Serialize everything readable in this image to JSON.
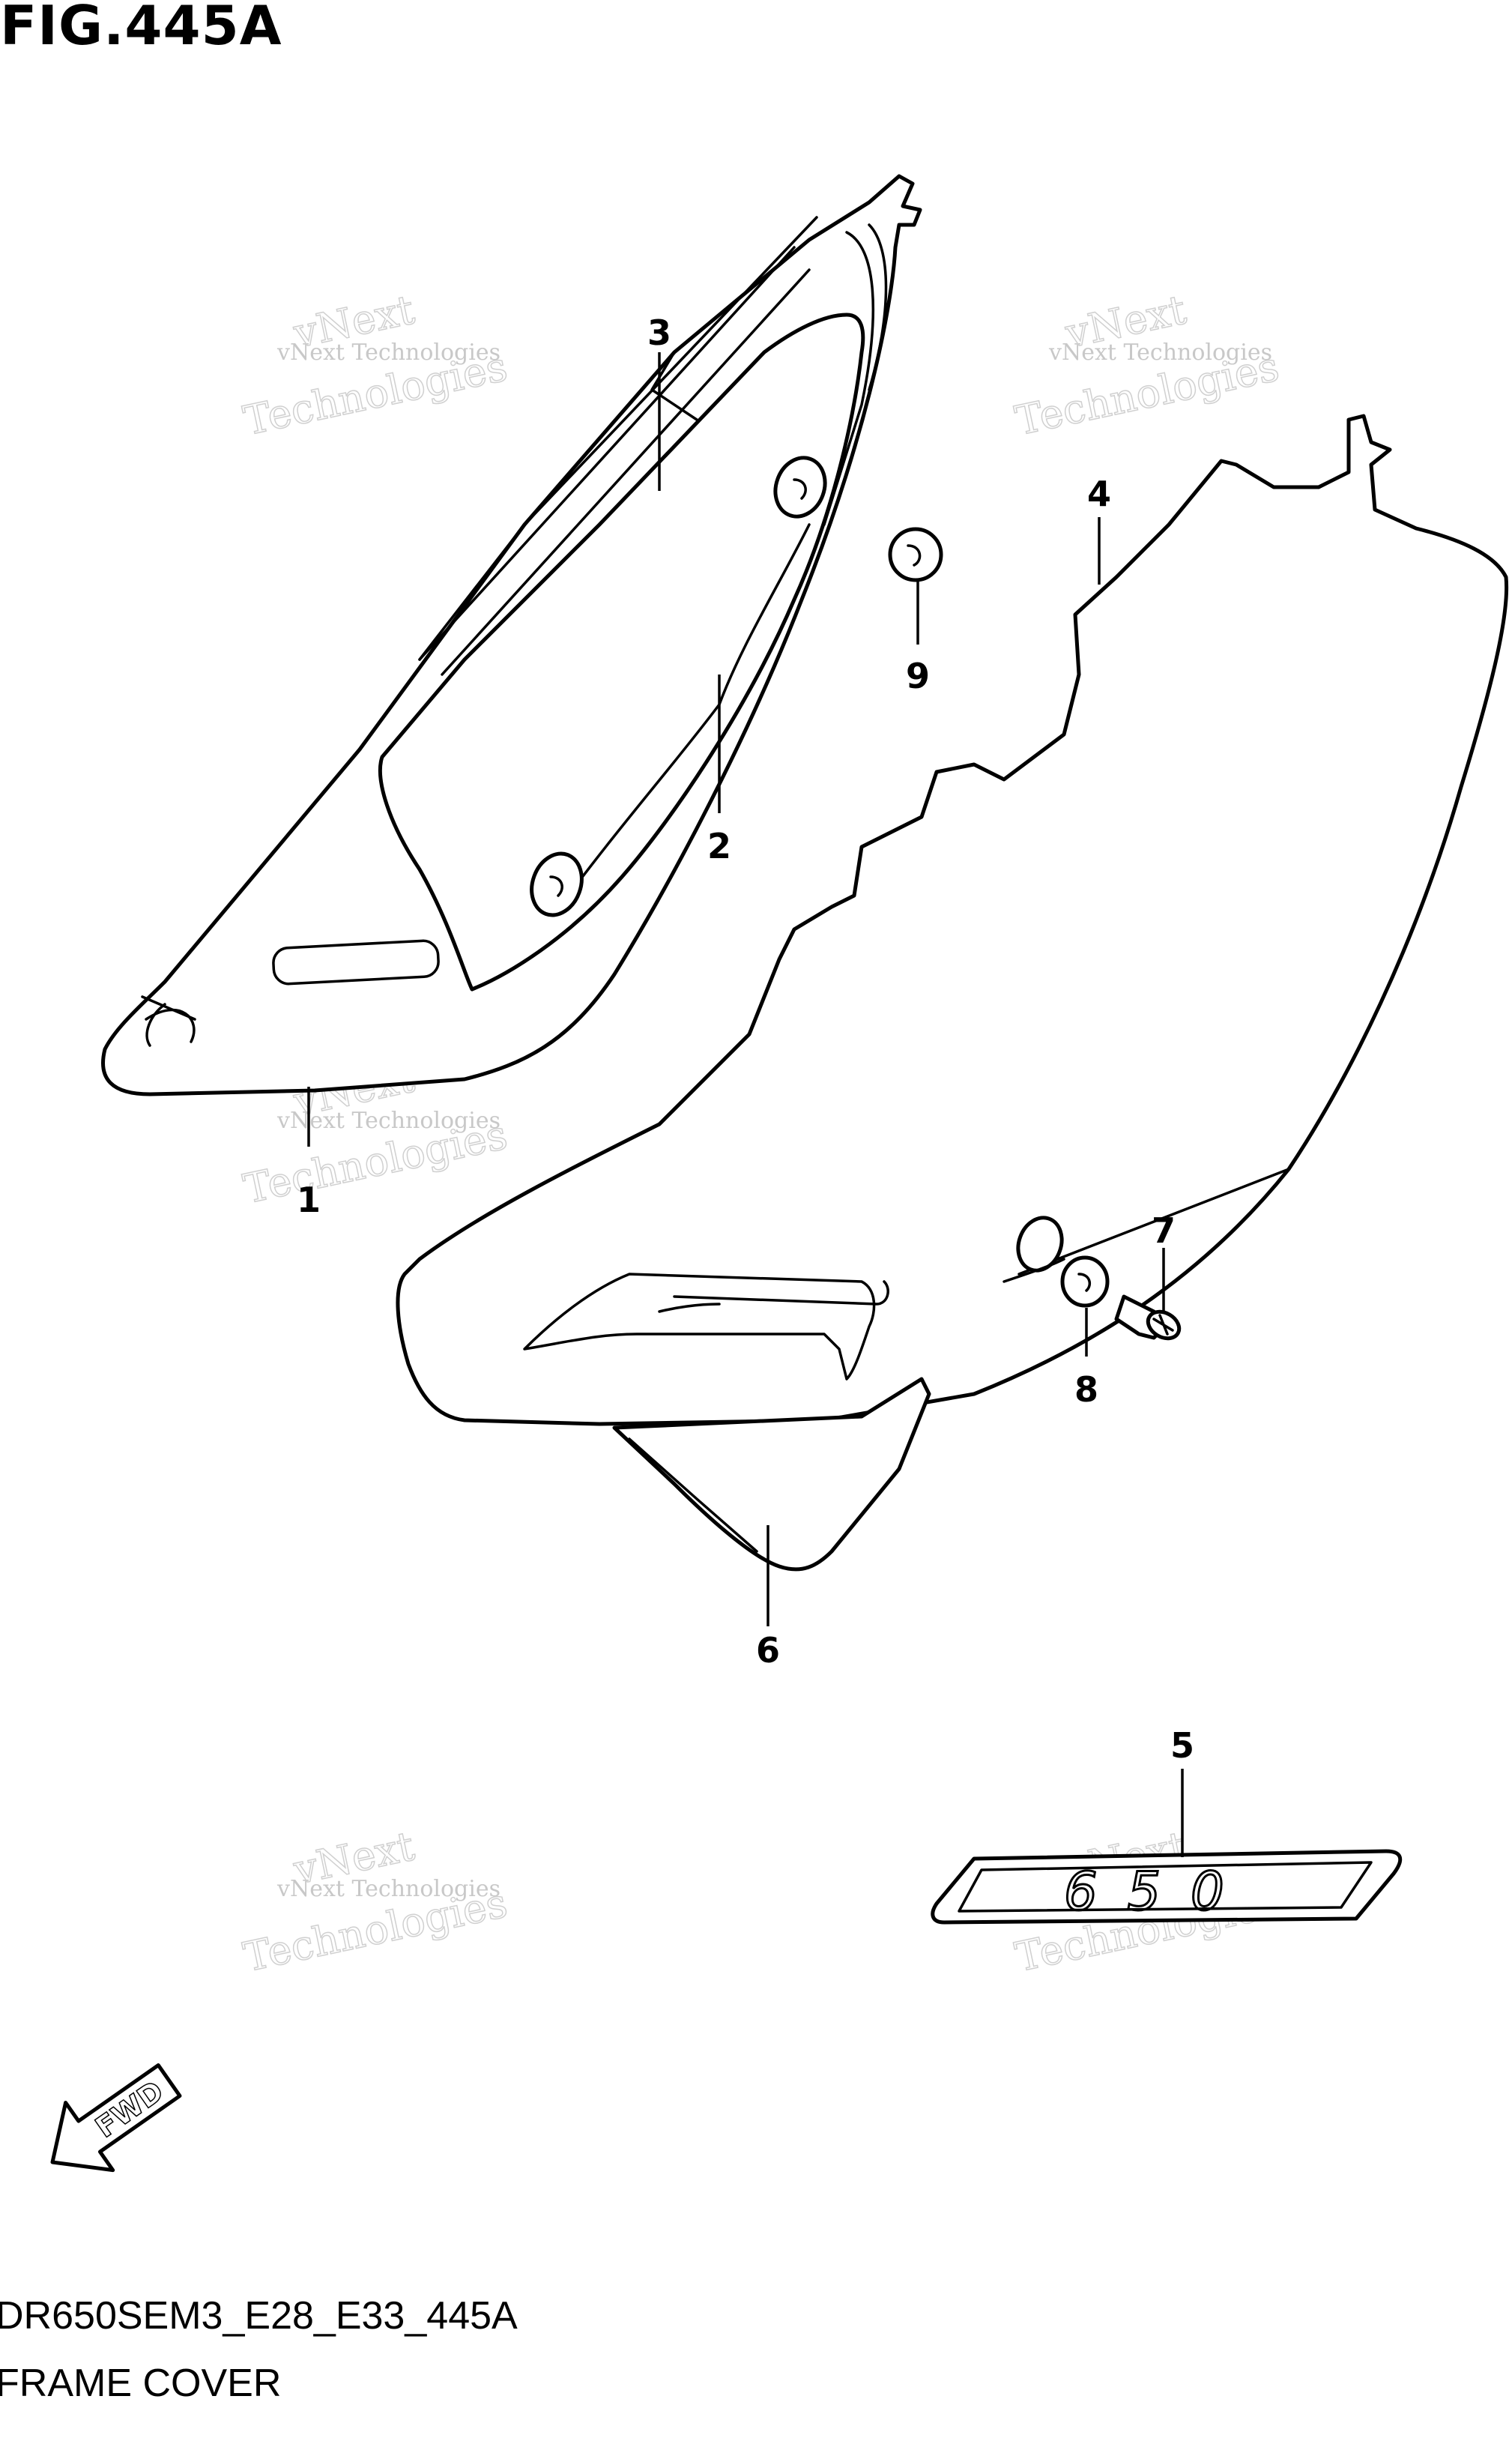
{
  "figure": {
    "title": "FIG.445A",
    "code": "DR650SEM3_E28_E33_445A",
    "name": "FRAME COVER"
  },
  "callouts": [
    "1",
    "2",
    "3",
    "4",
    "5",
    "6",
    "7",
    "8",
    "9"
  ],
  "watermark": {
    "line1": "vNext Technologies",
    "line2": "vNext",
    "line3": "Technologies"
  },
  "fwd_label": "FWD",
  "emblem_text": "650",
  "colors": {
    "ink": "#000000",
    "watermark": "#c8c8c8",
    "background": "#ffffff"
  }
}
